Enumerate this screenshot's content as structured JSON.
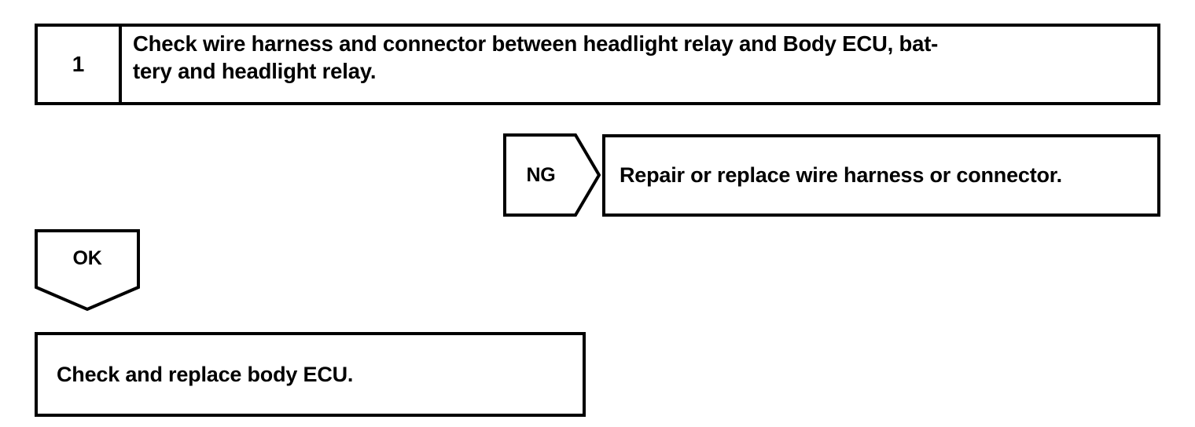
{
  "diagram": {
    "kind": "troubleshooting-flowchart",
    "background_color": "#ffffff",
    "line_color": "#000000",
    "steps": [
      {
        "number": "1",
        "instruction": "Check wire harness and connector between headlight relay and Body ECU, bat-\ntery and headlight relay."
      }
    ],
    "result_tags": [
      {
        "id": "ng",
        "label": "NG",
        "direction": "right"
      },
      {
        "id": "ok",
        "label": "OK",
        "direction": "down"
      }
    ],
    "actions": [
      {
        "id": "repair",
        "text": "Repair or replace wire harness or connector."
      },
      {
        "id": "body-ecu",
        "text": "Check and replace body ECU."
      }
    ]
  }
}
